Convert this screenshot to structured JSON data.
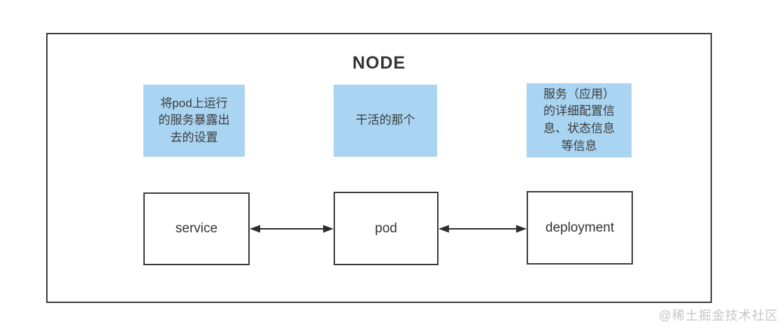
{
  "diagram": {
    "title": "NODE",
    "annotations": [
      {
        "id": "service-note",
        "text": "将pod上运行\n的服务暴露出\n去的设置"
      },
      {
        "id": "pod-note",
        "text": "干活的那个"
      },
      {
        "id": "deployment-note",
        "text": "服务（应用）\n的详细配置信\n息、状态信息\n等信息"
      }
    ],
    "nodes": [
      {
        "id": "service",
        "label": "service"
      },
      {
        "id": "pod",
        "label": "pod"
      },
      {
        "id": "deployment",
        "label": "deployment"
      }
    ],
    "connections": [
      {
        "from": "service",
        "to": "pod",
        "type": "bidirectional-arrow"
      },
      {
        "from": "pod",
        "to": "deployment",
        "type": "bidirectional-arrow"
      }
    ],
    "colors": {
      "annotation_background": "#a9d4f2",
      "box_border": "#3a3a3a",
      "text": "#333333",
      "arrow": "#2d2d2d",
      "watermark": "#c6c6c6"
    },
    "watermark": "@稀土掘金技术社区"
  }
}
